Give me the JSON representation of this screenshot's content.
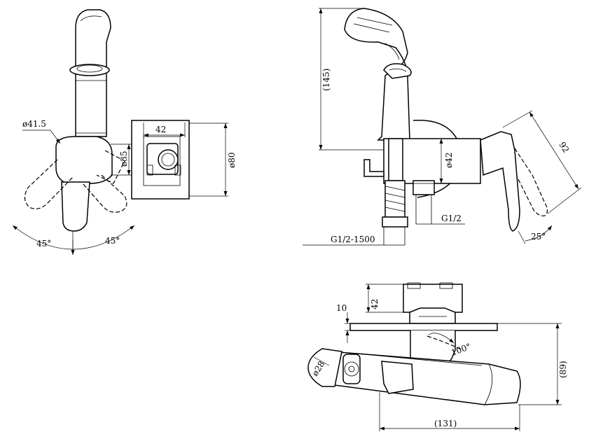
{
  "front_view": {
    "dia_handle": "ø41.5",
    "dia_body": "ø35",
    "dia_plate": "ø80",
    "width_bracket": "42",
    "angle_left": "45°",
    "angle_right": "45°"
  },
  "side_view": {
    "height_sprayer": "(145)",
    "dia_body": "ø42",
    "thread": "G1/2",
    "hose": "G1/2-1500",
    "lever_length": "92",
    "lever_angle": "25°"
  },
  "top_view": {
    "depth_bracket": "42",
    "depth_plate": "10",
    "angle_swivel": "100°",
    "dia_head": "ø28",
    "height_total": "(89)",
    "length_total": "(131)"
  }
}
